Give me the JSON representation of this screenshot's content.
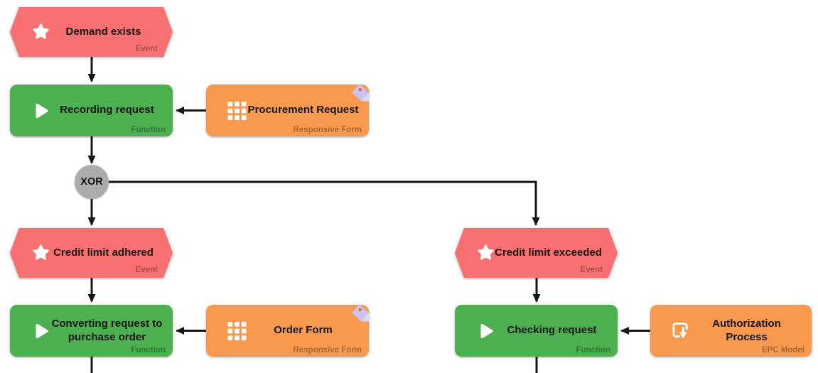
{
  "diagram": {
    "kind": "EPC process model",
    "colors": {
      "event": "#F87070",
      "function": "#4CAF50",
      "artifact": "#F8994E",
      "connector": "#ABABAB",
      "edge": "#161616",
      "tag": "#CBC2EF",
      "title_text": "#151515"
    },
    "nodes": {
      "demand_exists": {
        "title": "Demand exists",
        "type_label": "Event"
      },
      "recording_request": {
        "title": "Recording request",
        "type_label": "Function"
      },
      "procurement_request": {
        "title": "Procurement Request",
        "type_label": "Responsive Form"
      },
      "xor_connector": {
        "label": "XOR"
      },
      "credit_limit_adhered": {
        "title": "Credit limit adhered",
        "type_label": "Event"
      },
      "credit_limit_exceeded": {
        "title": "Credit limit exceeded",
        "type_label": "Event"
      },
      "converting_request_to_purchase_order": {
        "title": "Converting request to purchase order",
        "type_label": "Function"
      },
      "order_form": {
        "title": "Order Form",
        "type_label": "Responsive Form"
      },
      "checking_request": {
        "title": "Checking request",
        "type_label": "Function"
      },
      "authorization_process": {
        "title": "Authorization Process",
        "type_label": "EPC Model"
      }
    }
  }
}
